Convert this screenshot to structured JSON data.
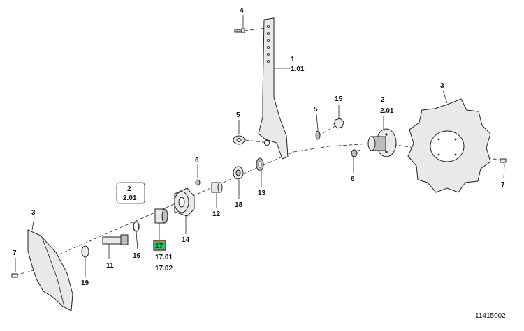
{
  "diagram": {
    "drawing_number": "11415002",
    "highlighted_part": "17",
    "highlight_fill": "#22c070",
    "highlight_border": "#d32020",
    "callouts": {
      "p4": "4",
      "p1": "1",
      "p1_sub": "1.01",
      "p15": "15",
      "p5a": "5",
      "p5b": "5",
      "p2_right": "2",
      "p2_right_sub": "2.01",
      "p3_right": "3",
      "p6_right": "6",
      "p7_right": "7",
      "p6_left": "6",
      "p2_ref": "2",
      "p2_ref_sub": "2.01",
      "p13": "13",
      "p18": "18",
      "p12": "12",
      "p14": "14",
      "p17": "17",
      "p17_sub1": "17.01",
      "p17_sub2": "17.02",
      "p16": "16",
      "p11": "11",
      "p19": "19",
      "p3_left": "3",
      "p7_left": "7"
    }
  }
}
